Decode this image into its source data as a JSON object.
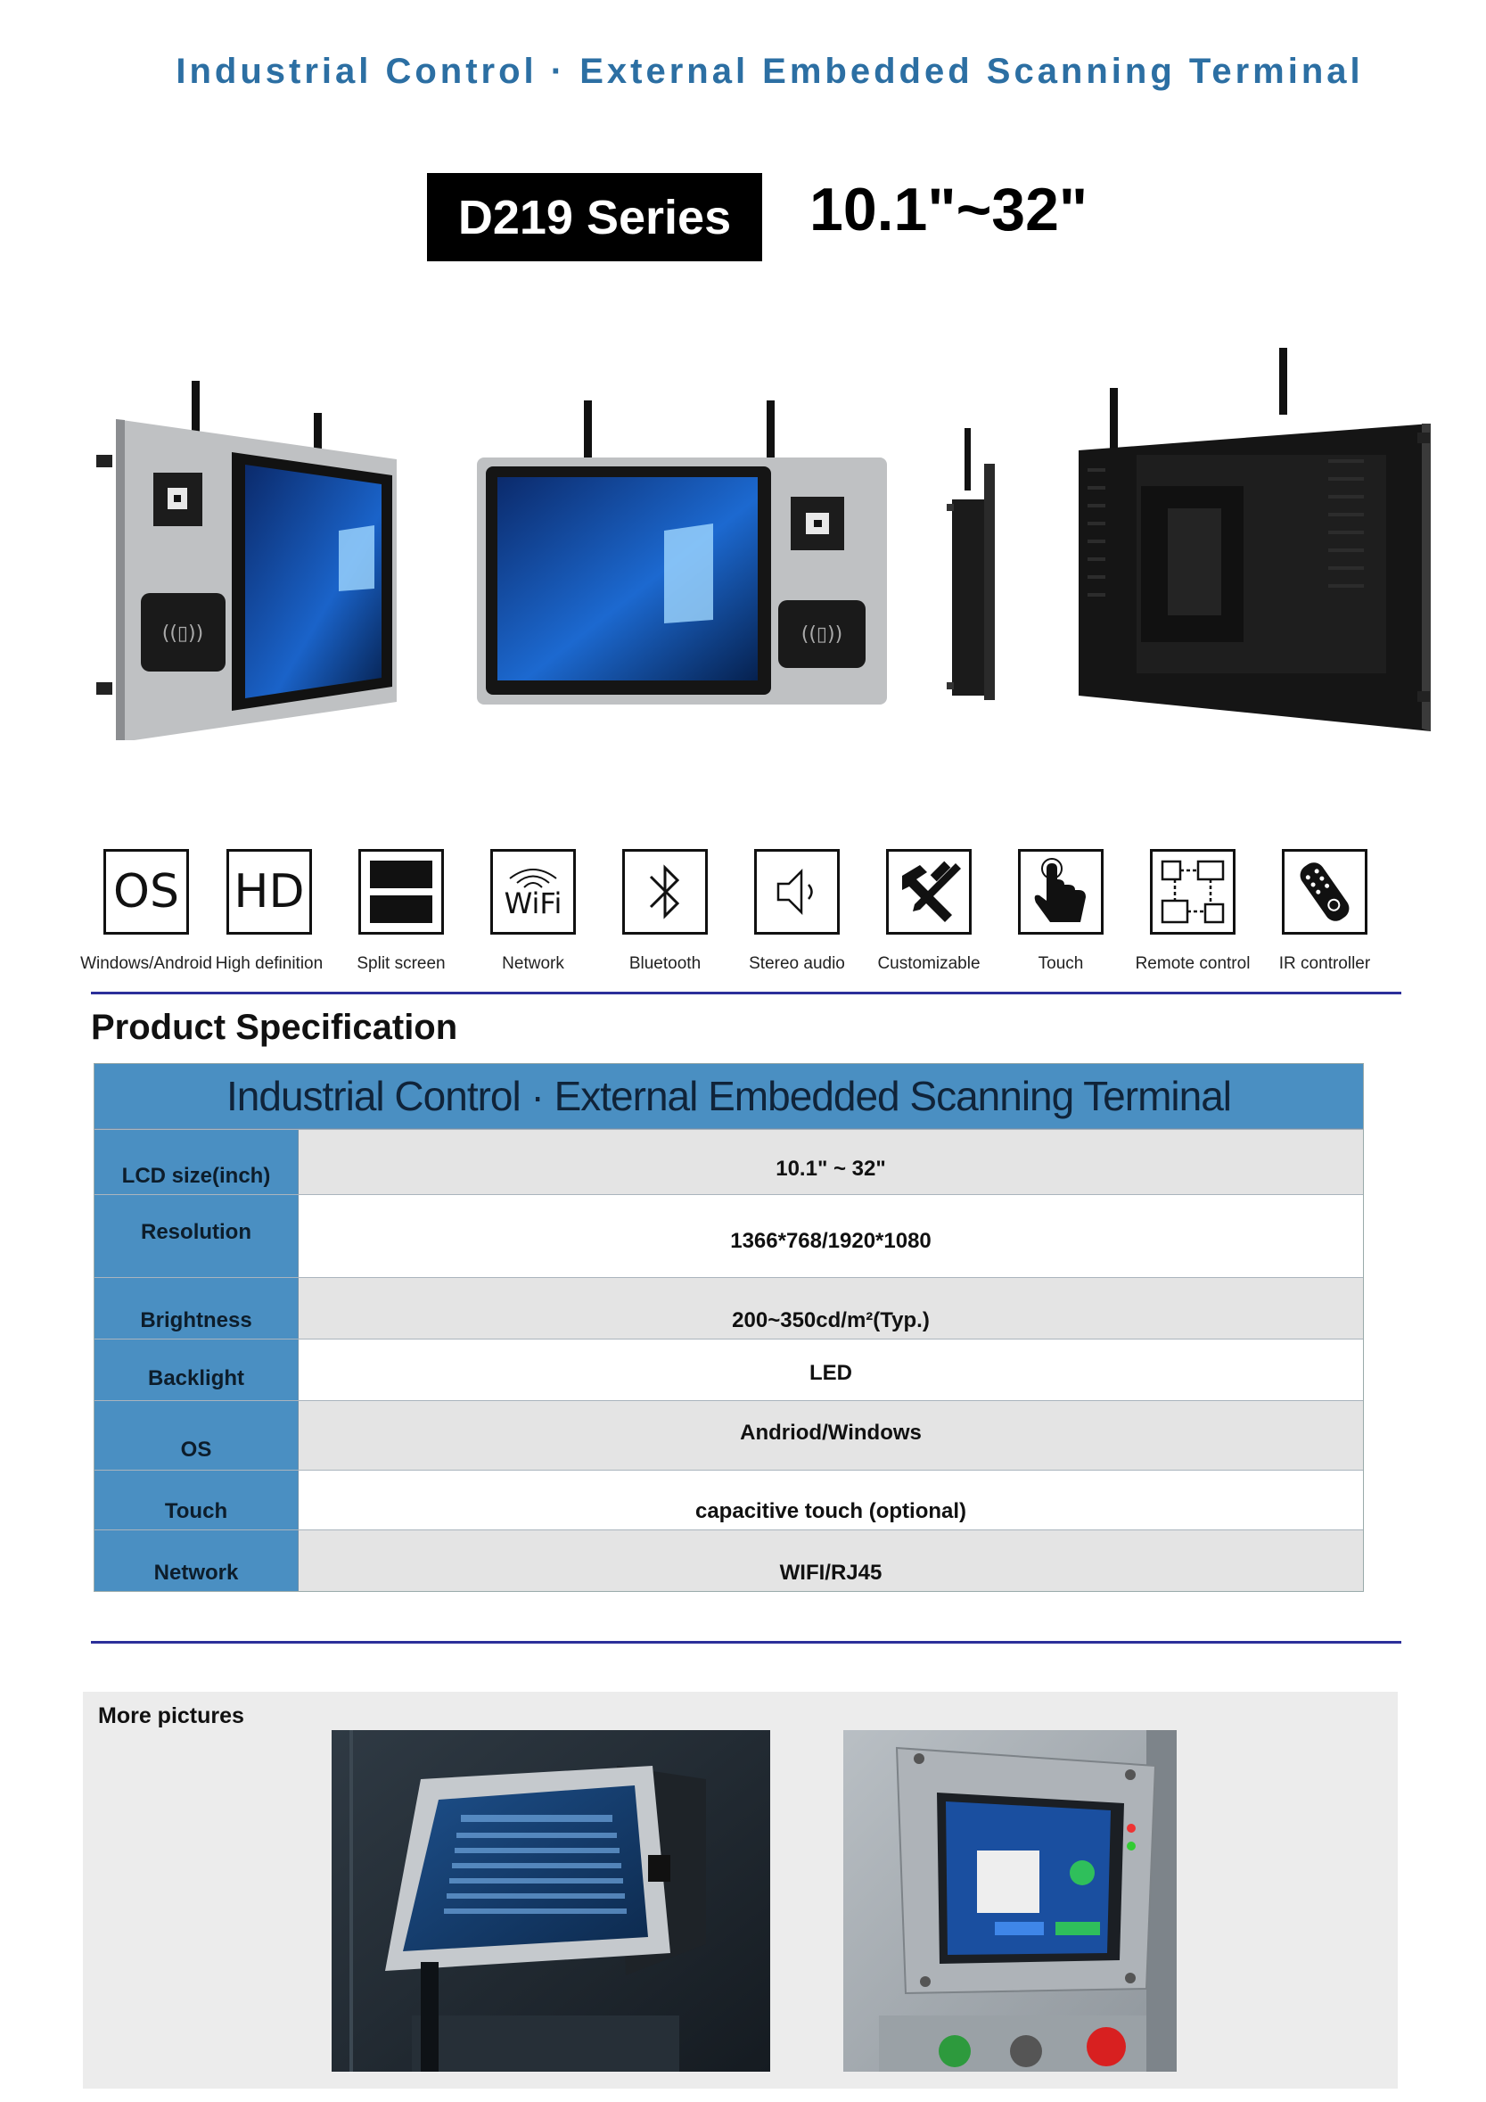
{
  "header": {
    "title": "Industrial Control · External Embedded Scanning Terminal",
    "series": "D219 Series",
    "size_range": "10.1\"~32\""
  },
  "features": [
    {
      "label": "Windows/Android",
      "icon": "os-icon",
      "text": "OS"
    },
    {
      "label": "High  definition",
      "icon": "hd-icon",
      "text": "HD"
    },
    {
      "label": "Split screen",
      "icon": "split-screen-icon"
    },
    {
      "label": "Network",
      "icon": "wifi-icon",
      "text": "WiFi"
    },
    {
      "label": "Bluetooth",
      "icon": "bluetooth-icon"
    },
    {
      "label": "Stereo audio",
      "icon": "speaker-icon"
    },
    {
      "label": "Customizable",
      "icon": "tools-icon"
    },
    {
      "label": "Touch",
      "icon": "touch-hand-icon"
    },
    {
      "label": "Remote control",
      "icon": "remote-control-icon"
    },
    {
      "label": "IR controller",
      "icon": "ir-remote-icon"
    }
  ],
  "spec": {
    "heading": "Product  Specification",
    "table_title": "Industrial Control · External Embedded Scanning Terminal",
    "rows": [
      {
        "key": "LCD size(inch)",
        "value": "10.1\"  ~ 32\""
      },
      {
        "key": "Resolution",
        "value": "1366*768/1920*1080"
      },
      {
        "key": "Brightness",
        "value": "200~350cd/m²(Typ.)"
      },
      {
        "key": "Backlight",
        "value": "LED"
      },
      {
        "key": "OS",
        "value": "Andriod/Windows"
      },
      {
        "key": "Touch",
        "value": "capacitive  touch  (optional)"
      },
      {
        "key": "Network",
        "value": "WIFI/RJ45"
      }
    ]
  },
  "more": {
    "label": "More pictures"
  },
  "colors": {
    "title_blue": "#2c6fa3",
    "table_header": "#4a8fc2",
    "rule": "#2c2f9a"
  }
}
